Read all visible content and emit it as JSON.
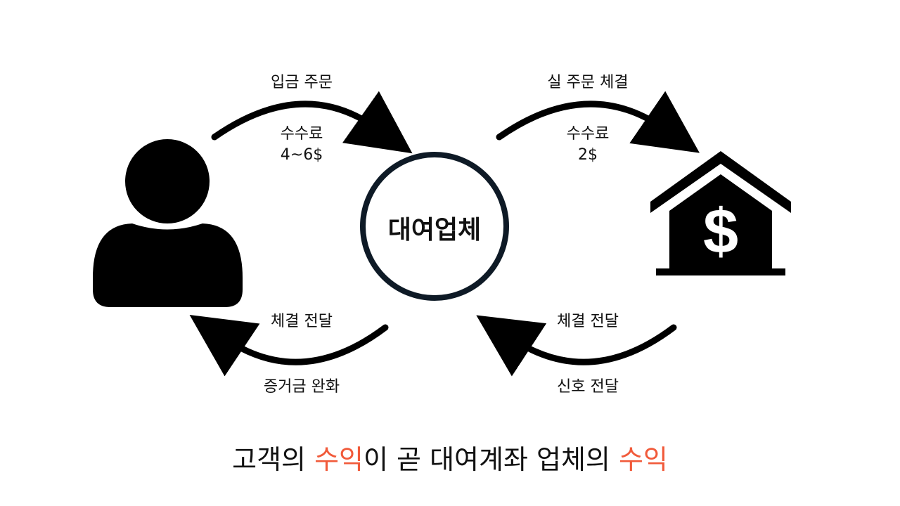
{
  "center_node": {
    "label": "대여업체"
  },
  "top_left": {
    "title": "입금 주문",
    "fee_label": "수수료",
    "fee_value": "4~6$"
  },
  "top_right": {
    "title": "실 주문 체결",
    "fee_label": "수수료",
    "fee_value": "2$"
  },
  "bottom_left": {
    "line1": "체결 전달",
    "line2": "증거금 완화"
  },
  "bottom_right": {
    "line1": "체결 전달",
    "line2": "신호 전달"
  },
  "tagline": {
    "part1": "고객의 ",
    "highlight1": "수익",
    "part2": "이 곧 대여계좌 업체의 ",
    "highlight2": "수익"
  },
  "colors": {
    "highlight": "#f15a3a",
    "ring": "#0e1a26",
    "icon": "#000000"
  },
  "icons": {
    "left": "person-icon",
    "right": "bank-dollar-icon"
  }
}
